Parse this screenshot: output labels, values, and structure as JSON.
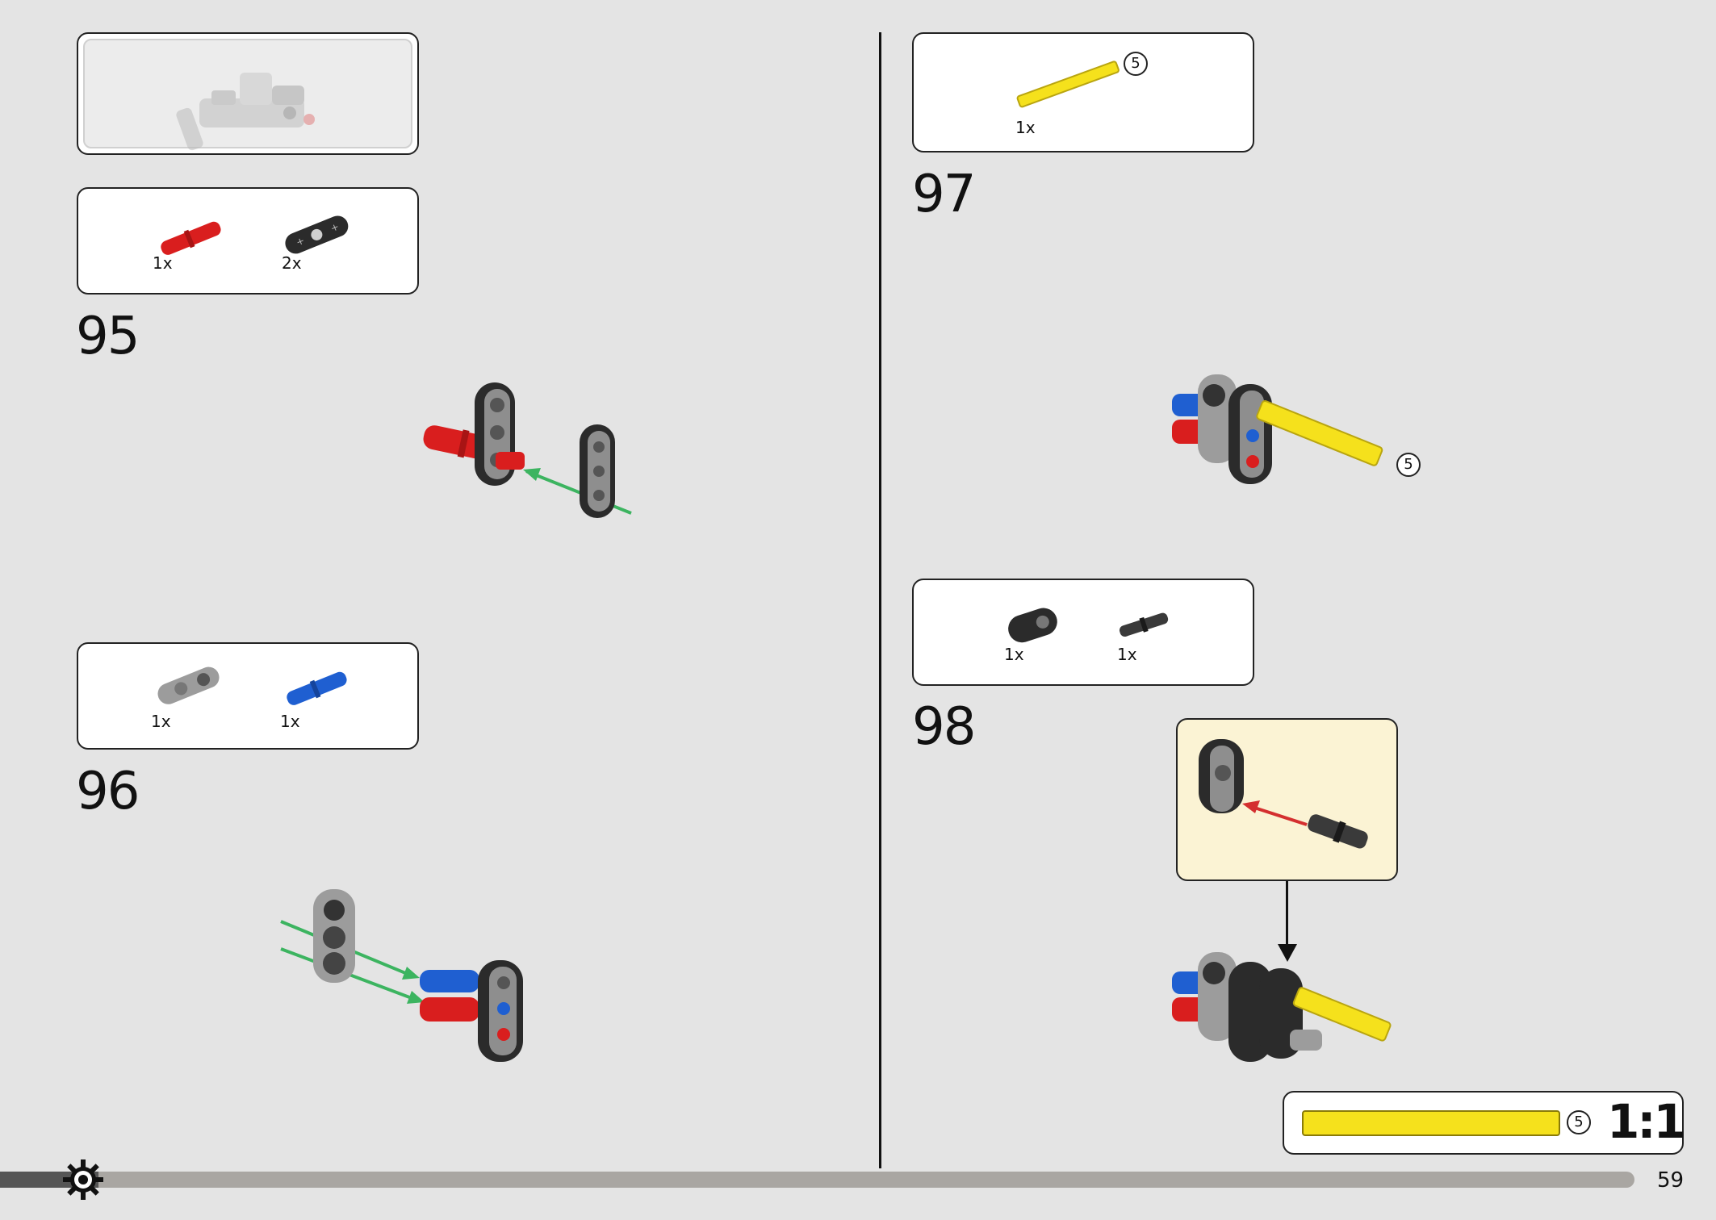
{
  "page": {
    "number": "59"
  },
  "progress": {
    "fraction": 0.06
  },
  "colors": {
    "background": "#e4e4e4",
    "red": "#d91e1e",
    "blue": "#1f5fd1",
    "yellow": "#f5e11c",
    "dark": "#2b2b2b",
    "grey": "#9c9c9c",
    "green_arrow": "#3cb460",
    "red_arrow": "#d42f2f",
    "callout_bg": "#fbf3d4"
  },
  "steps": [
    {
      "number": "95",
      "parts": [
        {
          "icon": "red-pin-icon",
          "qty": "1x"
        },
        {
          "icon": "black-beam-icon",
          "qty": "2x"
        }
      ]
    },
    {
      "number": "96",
      "parts": [
        {
          "icon": "grey-connector-icon",
          "qty": "1x"
        },
        {
          "icon": "blue-pin-icon",
          "qty": "1x"
        }
      ]
    },
    {
      "number": "97",
      "parts": [
        {
          "icon": "yellow-axle-icon",
          "qty": "1x",
          "length": "5"
        }
      ],
      "axle_callout": "5"
    },
    {
      "number": "98",
      "parts": [
        {
          "icon": "black-beam-icon",
          "qty": "1x"
        },
        {
          "icon": "black-pin-icon",
          "qty": "1x"
        }
      ]
    }
  ],
  "scale_box": {
    "axle_length": "5",
    "label": "1:1"
  }
}
